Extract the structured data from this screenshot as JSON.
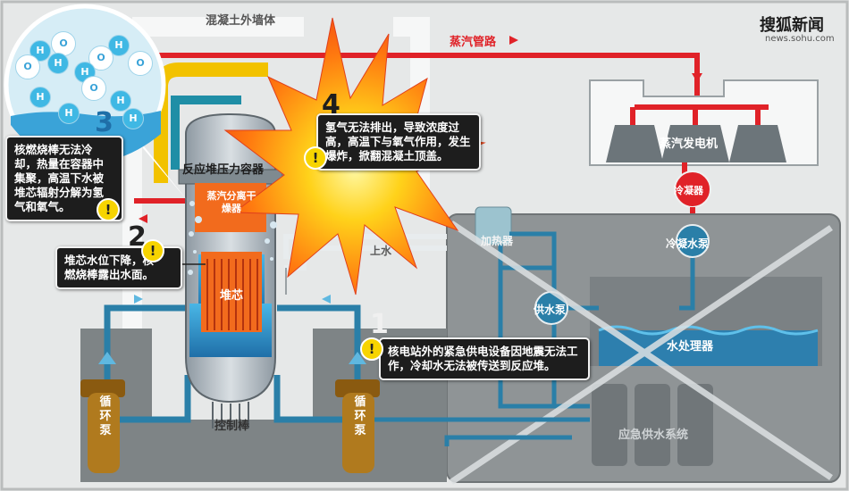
{
  "logo": {
    "name": "搜狐新闻",
    "url": "news.sohu.com"
  },
  "labels": {
    "concrete_wall": "混凝土外墙体",
    "steam_pipe": "蒸汽管路",
    "pressure_vessel": "反应堆压力容器",
    "separator": "蒸汽分离干燥器",
    "core": "堆芯",
    "control_rods": "控制棒",
    "heater": "加热器",
    "feedwater_pump": "供水泵",
    "condensate_pump": "冷凝水泵",
    "condenser": "冷凝器",
    "steam_generator": "蒸汽发电机",
    "water_treatment": "水处理器",
    "emergency_supply": "应急供水系统",
    "circulation_pump": "循环泵",
    "feed_water": "上水"
  },
  "steps": [
    {
      "number": "1",
      "text": "核电站外的紧急供电设备因地震无法工作，冷却水无法被传送到反应堆。"
    },
    {
      "number": "2",
      "text": "堆芯水位下降，核燃烧棒露出水面。"
    },
    {
      "number": "3",
      "text": "核燃烧棒无法冷却，热量在容器中集聚，高温下水被堆芯辐射分解为氢气和氧气。"
    },
    {
      "number": "4",
      "text": "氢气无法排出，导致浓度过高，高温下与氧气作用，发生爆炸，掀翻混凝土顶盖。"
    }
  ],
  "bubble_atoms": [
    "O",
    "H",
    "H",
    "H",
    "O",
    "H",
    "O",
    "O",
    "H",
    "H",
    "O",
    "H",
    "H"
  ],
  "colors": {
    "steam_red": "#e02228",
    "water_blue": "#3aa3d8",
    "core_orange": "#f26b1d",
    "warning_yellow": "#f7d400",
    "pump_brown": "#b07a1e"
  }
}
